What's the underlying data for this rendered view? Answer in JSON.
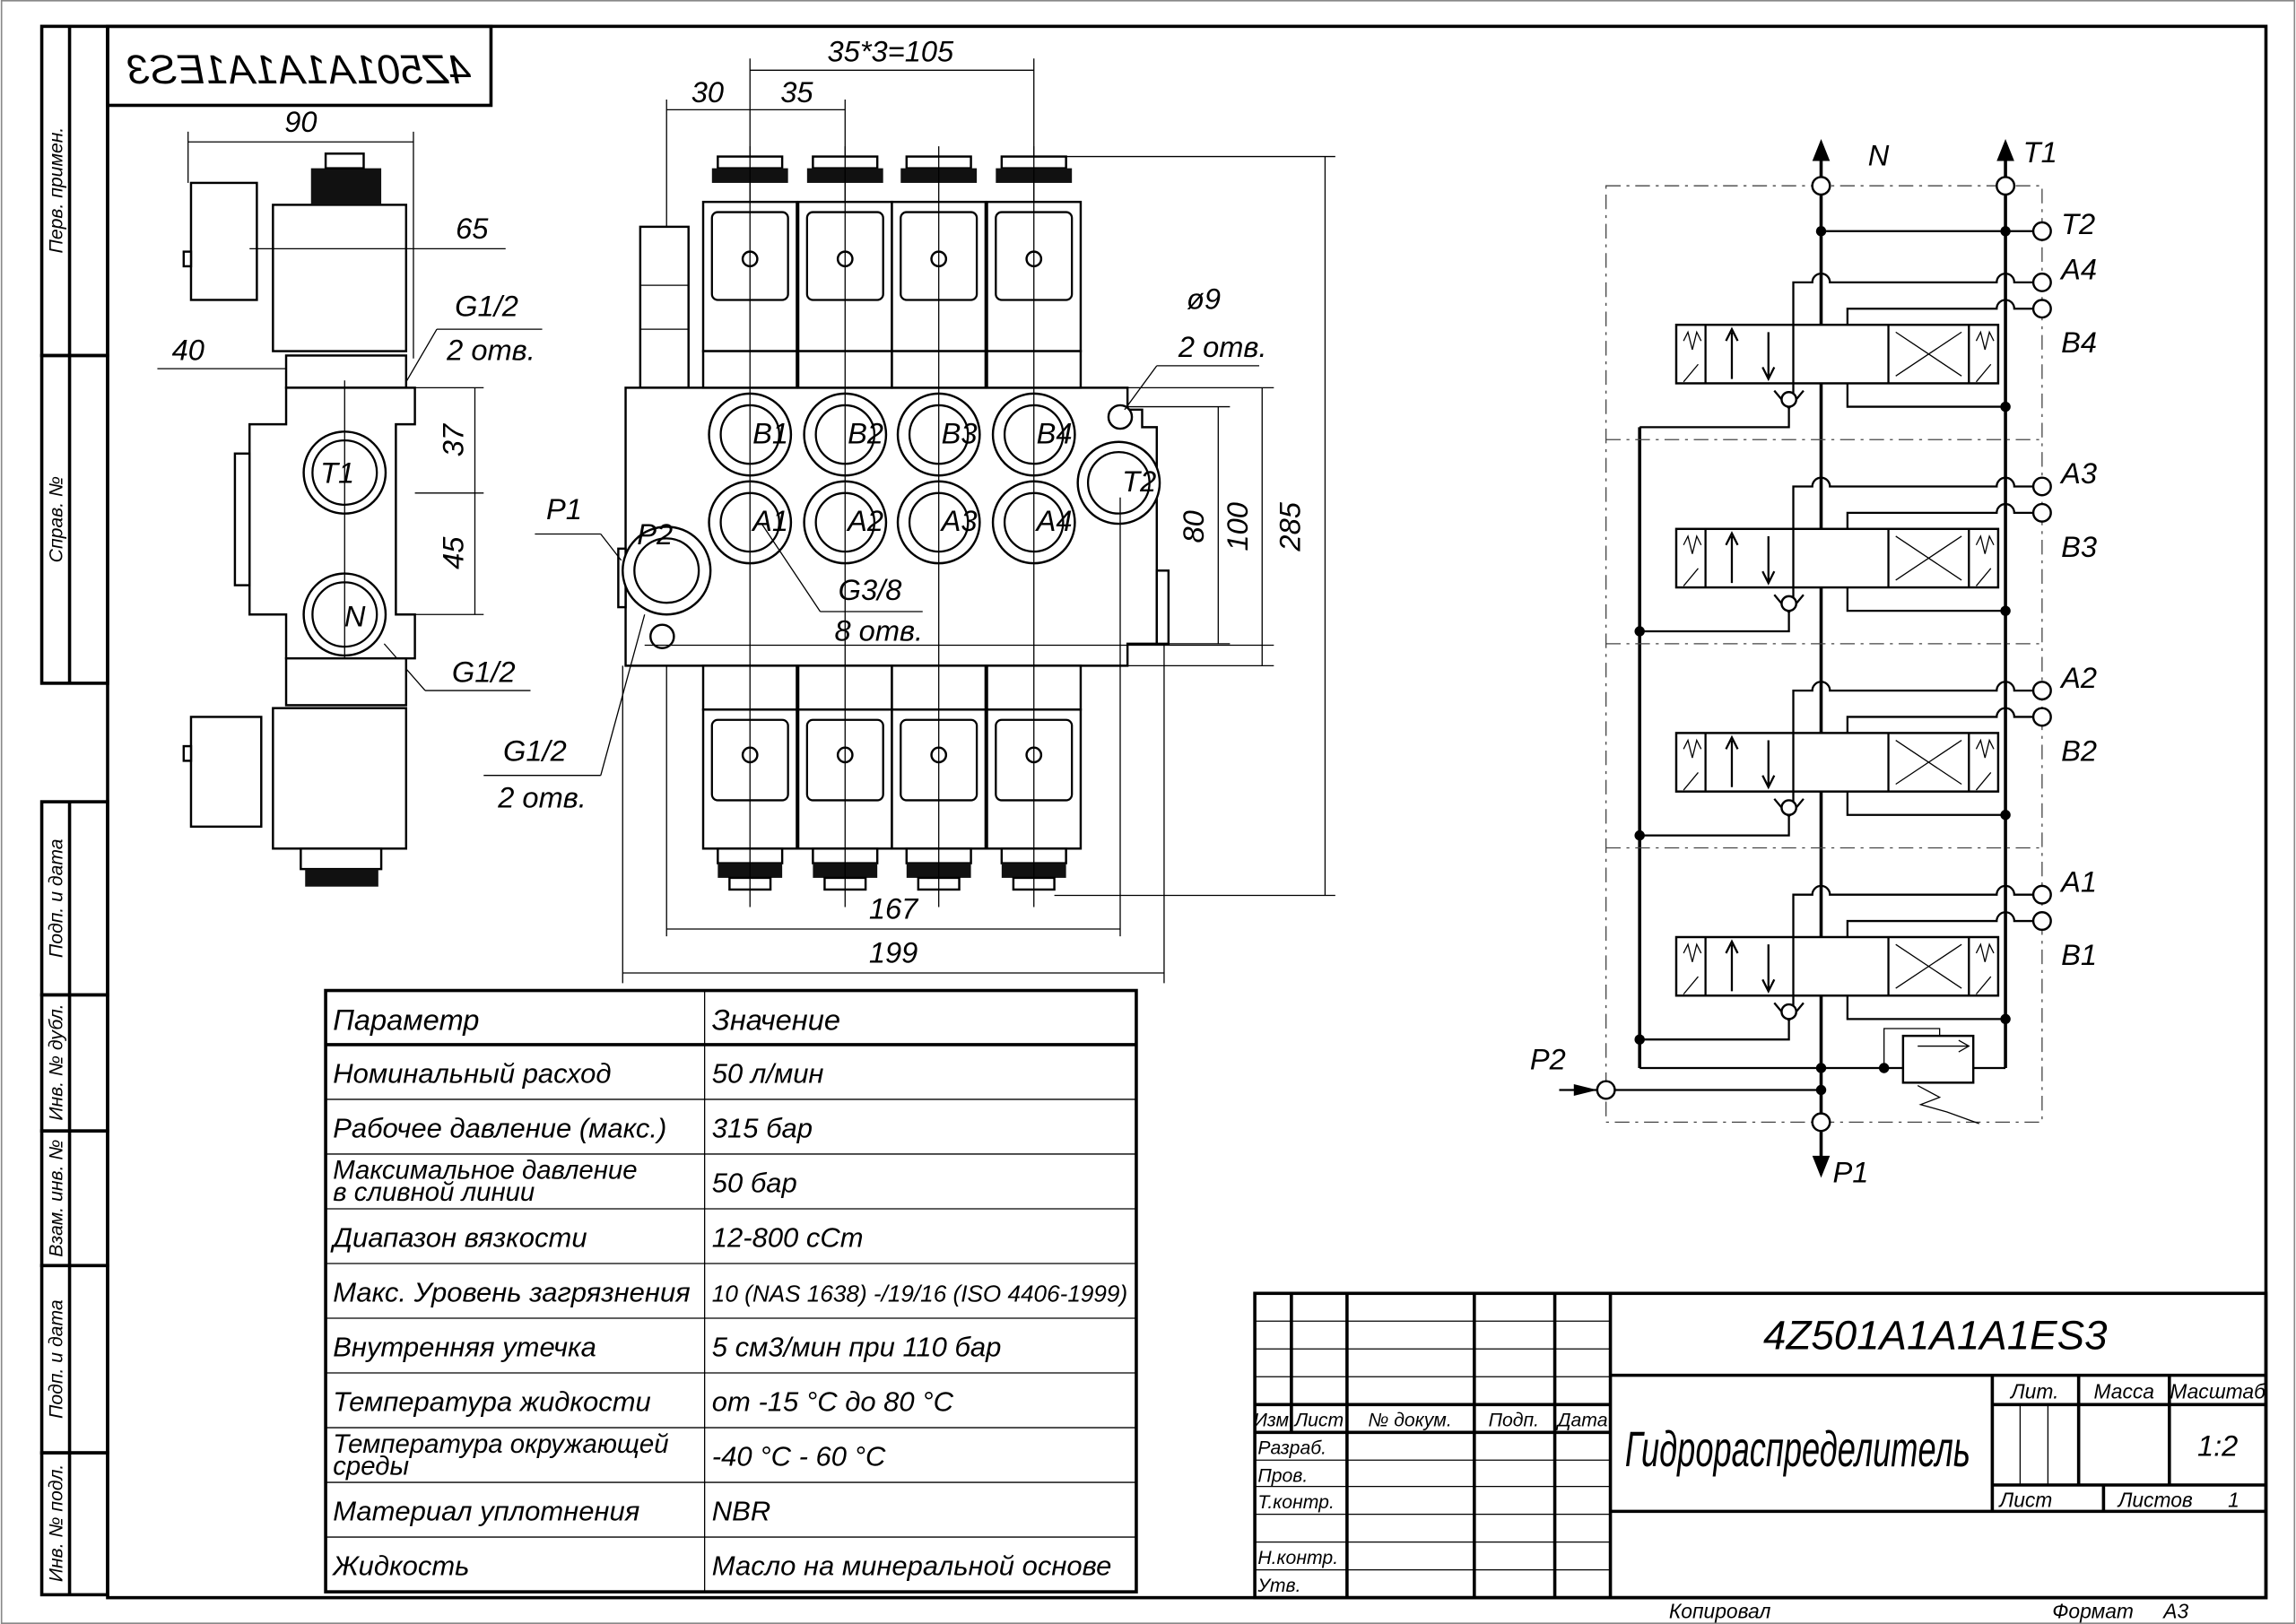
{
  "stamp": "4Z501A1A1A1ES3",
  "side_strip": {
    "top": [
      "Перв. примен.",
      "Справ. №"
    ],
    "bottom": [
      "Подп. и дата",
      "Инв. № дубл.",
      "Взам. инв. №",
      "Подп. и дата",
      "Инв. № подл."
    ]
  },
  "side_view": {
    "dim_90": "90",
    "dim_65": "65",
    "dim_40": "40",
    "dim_37": "37",
    "dim_45": "45",
    "port_t1": "T1",
    "port_n": "N",
    "thread_top": "G1/2",
    "thread_top_qty": "2 отв.",
    "thread_bottom": "G1/2"
  },
  "front_view": {
    "dim_pitch_total": "35*3=105",
    "dim_30": "30",
    "dim_35": "35",
    "dim_80": "80",
    "dim_100": "100",
    "dim_285": "285",
    "dim_167": "167",
    "dim_199": "199",
    "ports_b": [
      "B1",
      "B2",
      "B3",
      "B4"
    ],
    "ports_a": [
      "A1",
      "A2",
      "A3",
      "A4"
    ],
    "port_p1": "P1",
    "port_p2": "P2",
    "port_t2": "T2",
    "thread_ports": "G3/8",
    "thread_ports_qty": "8 отв.",
    "mount_hole": "ø9",
    "mount_hole_qty": "2 отв.",
    "thread_side": "G1/2",
    "thread_side_qty": "2 отв."
  },
  "schematic": {
    "port_n": "N",
    "port_t1": "T1",
    "port_t2": "T2",
    "port_p1": "P1",
    "port_p2": "P2",
    "sections": [
      {
        "a": "A4",
        "b": "B4"
      },
      {
        "a": "A3",
        "b": "B3"
      },
      {
        "a": "A2",
        "b": "B2"
      },
      {
        "a": "A1",
        "b": "B1"
      }
    ]
  },
  "spec_table": {
    "headers": [
      "Параметр",
      "Значение"
    ],
    "rows": [
      {
        "param": [
          "Номинальный расход"
        ],
        "value": "50 л/мин"
      },
      {
        "param": [
          "Рабочее давление (макс.)"
        ],
        "value": "315 бар"
      },
      {
        "param": [
          "Максимальное давление",
          "в сливной линии"
        ],
        "value": "50 бар"
      },
      {
        "param": [
          "Диапазон вязкости"
        ],
        "value": "12-800 сСт"
      },
      {
        "param": [
          "Макс. Уровень загрязнения"
        ],
        "value": "10 (NAS 1638) -/19/16 (ISO 4406-1999)"
      },
      {
        "param": [
          "Внутренняя утечка"
        ],
        "value": "5 см3/мин при 110 бар"
      },
      {
        "param": [
          "Температура жидкости"
        ],
        "value": "от -15 °С до 80 °С"
      },
      {
        "param": [
          "Температура окружающей",
          "среды"
        ],
        "value": "-40 °С - 60 °С"
      },
      {
        "param": [
          "Материал уплотнения"
        ],
        "value": "NBR"
      },
      {
        "param": [
          "Жидкость"
        ],
        "value": "Масло на минеральной основе"
      }
    ]
  },
  "title_block": {
    "designation": "4Z501A1A1A1ES3",
    "name": "Гидрораспределитель",
    "col_headers": [
      "Изм.",
      "Лист",
      "№ докум.",
      "Подп.",
      "Дата"
    ],
    "roles": [
      "Разраб.",
      "Пров.",
      "Т.контр.",
      "Н.контр.",
      "Утв."
    ],
    "lit_label": "Лит.",
    "mass_label": "Масса",
    "scale_label": "Масштаб",
    "scale": "1:2",
    "sheet_label": "Лист",
    "sheets_label": "Листов",
    "sheets": "1",
    "copied_label": "Копировал",
    "format_label": "Формат",
    "format": "А3"
  }
}
